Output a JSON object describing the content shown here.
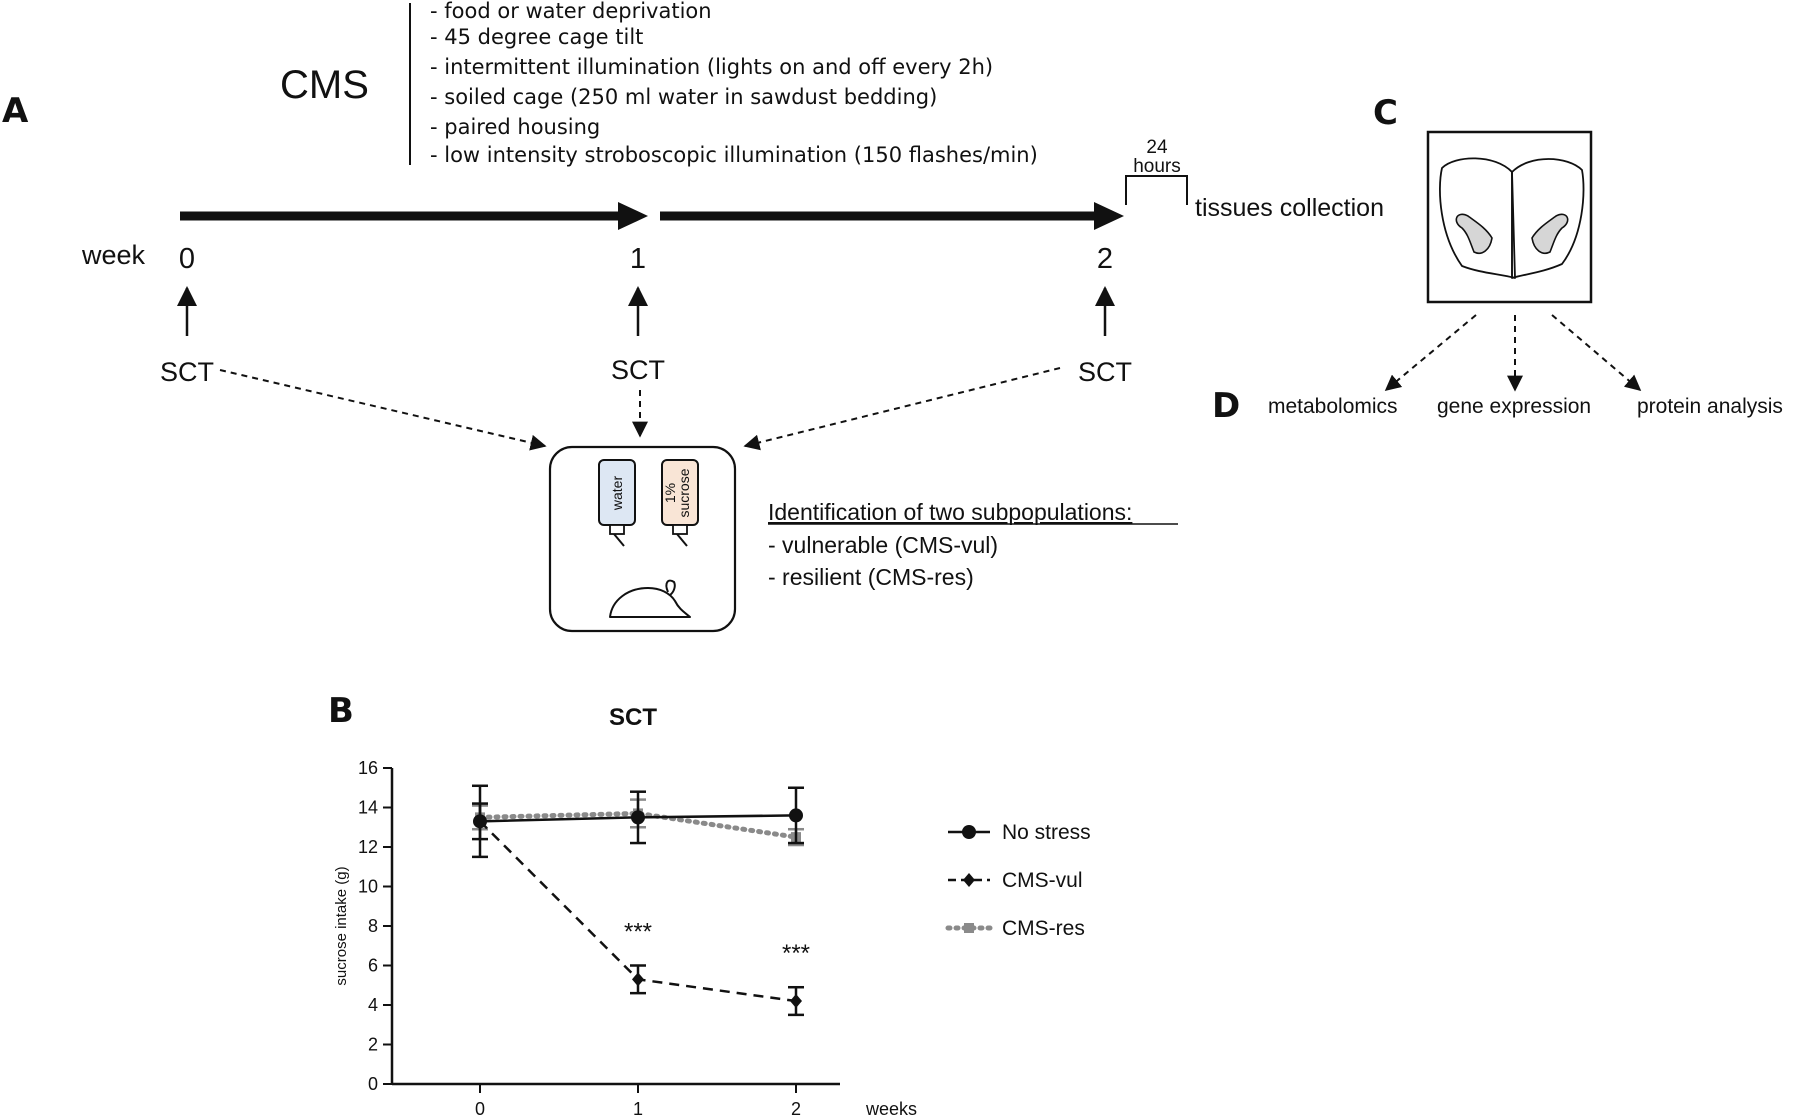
{
  "panel_letters": {
    "a": "A",
    "b": "B",
    "c": "C",
    "d": "D"
  },
  "cms": {
    "title": "CMS",
    "items": [
      "- food or water deprivation",
      "- 45 degree cage tilt",
      "- intermittent illumination (lights on and off every 2h)",
      "- soiled cage (250 ml water in sawdust bedding)",
      "- paired housing",
      "- low intensity stroboscopic illumination (150 flashes/min)"
    ]
  },
  "timeline": {
    "week_label": "week",
    "weeks": [
      "0",
      "1",
      "2"
    ],
    "sct_label": "SCT",
    "hours_number": "24",
    "hours_unit": "hours",
    "tissues": "tissues collection"
  },
  "cage": {
    "bottle_water": "water",
    "bottle_sucrose_line1": "1%",
    "bottle_sucrose_line2": "sucrose"
  },
  "identification": {
    "title": "Identification of two subpopulations:",
    "items": [
      "- vulnerable (CMS-vul)",
      "- resilient (CMS-res)"
    ]
  },
  "panel_d": {
    "items": [
      "metabolomics",
      "gene expression",
      "protein analysis"
    ]
  },
  "colors": {
    "ink": "#111111",
    "water_fill": "#dde7f3",
    "sucrose_fill": "#f9e5d6",
    "brain_region": "#d6d6d6",
    "cms_res_line": "#8a8a8a"
  },
  "chart_data": {
    "type": "line",
    "title": "SCT",
    "xlabel": "weeks",
    "ylabel": "sucrose intake (g)",
    "x": [
      0,
      1,
      2
    ],
    "x_ticks": [
      "0",
      "1",
      "2"
    ],
    "ylim": [
      0,
      16
    ],
    "y_ticks": [
      0,
      2,
      4,
      6,
      8,
      10,
      12,
      14,
      16
    ],
    "series": [
      {
        "name": "No stress",
        "style": "solid",
        "marker": "circle",
        "values": [
          13.3,
          13.5,
          13.6
        ],
        "errors": [
          1.8,
          1.3,
          1.4
        ]
      },
      {
        "name": "CMS-vul",
        "style": "dashed",
        "marker": "diamond",
        "values": [
          13.3,
          5.3,
          4.2
        ],
        "errors": [
          0.9,
          0.7,
          0.7
        ]
      },
      {
        "name": "CMS-res",
        "style": "dotted",
        "marker": "square",
        "values": [
          13.5,
          13.7,
          12.5
        ],
        "errors": [
          0.6,
          0.7,
          0.4
        ]
      }
    ],
    "annotations": [
      {
        "x": 1,
        "text": "***"
      },
      {
        "x": 2,
        "text": "***"
      }
    ],
    "legend_position": "right"
  }
}
